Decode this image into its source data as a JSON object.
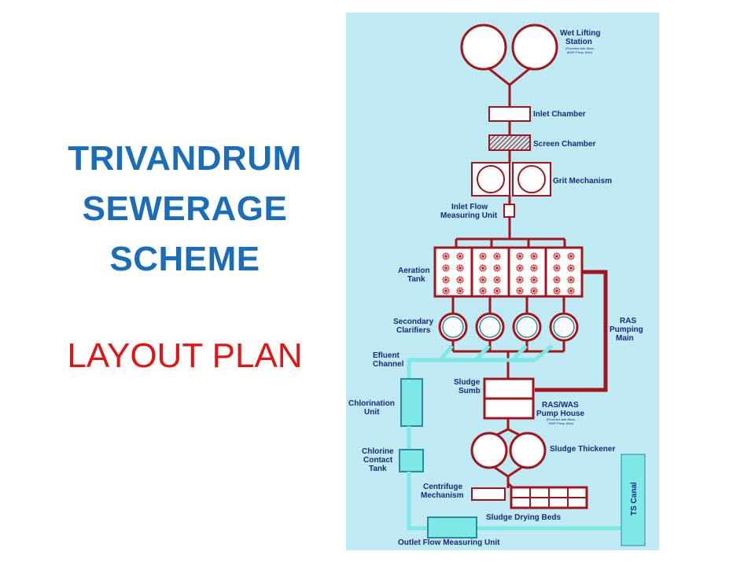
{
  "title_lines": [
    "TRIVANDRUM",
    "SEWERAGE",
    "SCHEME"
  ],
  "subtitle": "LAYOUT PLAN",
  "labels": {
    "wet_lifting": [
      "Wet Lifting",
      "Station"
    ],
    "wet_lifting_note": [
      "(Provided with 8Nos.",
      "80HP Pump Sets)"
    ],
    "inlet_chamber": "Inlet Chamber",
    "screen_chamber": "Screen Chamber",
    "grit_mechanism": "Grit Mechanism",
    "inlet_flow": [
      "Inlet Flow",
      "Measuring Unit"
    ],
    "aeration_tank": [
      "Aeration",
      "Tank"
    ],
    "secondary_clarifiers": [
      "Secondary",
      "Clarifiers"
    ],
    "ras_pumping_main": [
      "RAS",
      "Pumping",
      "Main"
    ],
    "efluent_channel": [
      "Efluent",
      "Channel"
    ],
    "sludge_sumb": [
      "Sludge",
      "Sumb"
    ],
    "chlorination_unit": [
      "Chlorination",
      "Unit"
    ],
    "ras_was_pump_house": [
      "RAS/WAS",
      "Pump House"
    ],
    "pump_house_note": [
      "(Provided with 8Nos.",
      "75HP Pump Sets)"
    ],
    "chlorine_contact_tank": [
      "Chlorine",
      "Contact",
      "Tank"
    ],
    "sludge_thickener": "Sludge Thickener",
    "centrifuge_mechanism": [
      "Centrifuge",
      "Mechanism"
    ],
    "ts_canal": "TS Canal",
    "sludge_drying_beds": "Sludge Drying Beds",
    "outlet_flow": "Outlet Flow Measuring Unit"
  },
  "colors": {
    "pipe": "#a3151c",
    "water": "#7de8e6",
    "water_stroke": "#2a8a9c",
    "title": "#1b6db8",
    "subtitle": "#e01515"
  }
}
